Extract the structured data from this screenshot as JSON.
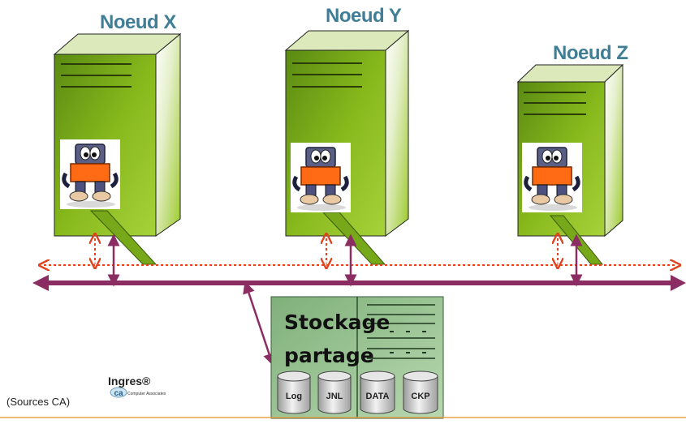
{
  "nodes": {
    "x": {
      "title": "Noeud X"
    },
    "y": {
      "title": "Noeud Y"
    },
    "z": {
      "title": "Noeud Z"
    }
  },
  "storage": {
    "title_line1": "Stockage",
    "title_line2": "partage",
    "disks": [
      "Log",
      "JNL",
      "DATA",
      "CKP"
    ]
  },
  "footer": {
    "source": "(Sources CA)",
    "brand": "Ingres®",
    "ca_logo": "ca",
    "ca_text": "Computer Associates"
  },
  "colors": {
    "server_green": "#8cbf1f",
    "server_dark": "#4e7a10",
    "bus_purple": "#8b2c63",
    "heartbeat_orange": "#e2421e",
    "title_blue": "#3f7e96",
    "footer_line": "#e8a34a"
  }
}
